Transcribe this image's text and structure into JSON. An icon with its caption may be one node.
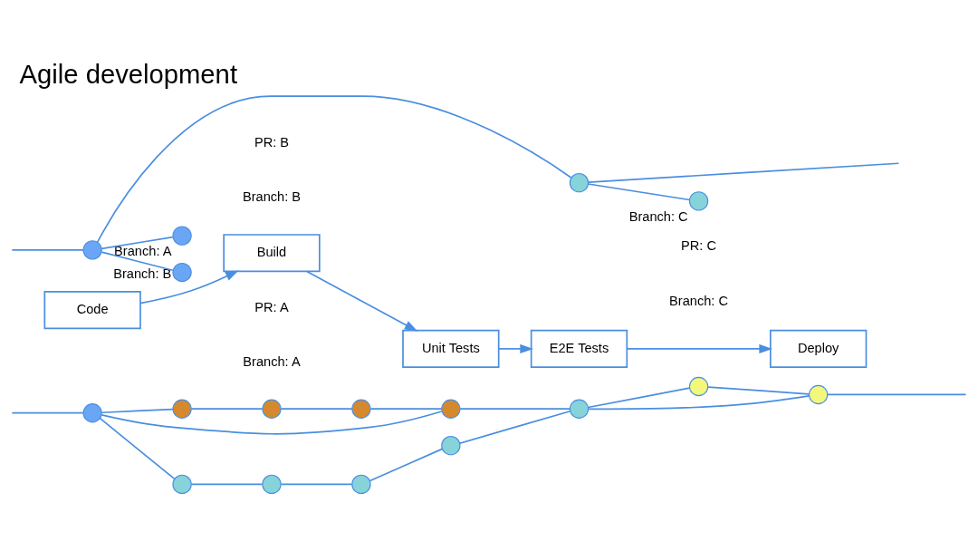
{
  "diagram": {
    "title": "Agile development",
    "nodes": [
      {
        "text": [],
        "shape": "circle"
      },
      {
        "text": [],
        "shape": "circle",
        "beside": [
          "Branch: A"
        ]
      },
      {
        "text": [],
        "shape": "circle",
        "beside": [
          "Branch: B"
        ]
      },
      {
        "text": [],
        "shape": "circle"
      },
      {
        "text": [],
        "shape": "circle",
        "beside": [
          "Branch: C"
        ]
      },
      {
        "text": [
          "Code"
        ]
      },
      {
        "text": [
          "Build"
        ]
      },
      {
        "text": [
          "Unit Tests"
        ]
      },
      {
        "text": [
          "E2E Tests"
        ]
      },
      {
        "text": [
          "Deploy"
        ]
      },
      {
        "text": [],
        "shape": "circle"
      },
      {
        "text": [],
        "shape": "circle"
      },
      {
        "text": [],
        "shape": "circle"
      },
      {
        "text": [],
        "shape": "circle"
      },
      {
        "text": [],
        "shape": "circle"
      },
      {
        "text": [],
        "shape": "circle"
      },
      {
        "text": [],
        "shape": "circle"
      },
      {
        "text": [],
        "shape": "circle"
      },
      {
        "text": [],
        "shape": "circle"
      },
      {
        "text": [],
        "shape": "circle"
      },
      {
        "text": [],
        "shape": "circle"
      },
      {
        "text": [],
        "shape": "circle"
      }
    ],
    "edges": [
      {
        "from": null,
        "to": 0,
        "arrow": "none"
      },
      {
        "from": 0,
        "to": 3,
        "arrow": "none"
      },
      {
        "from": 3,
        "to": null,
        "arrow": "none"
      },
      {
        "from": 0,
        "to": 1,
        "arrow": "none"
      },
      {
        "from": 0,
        "to": 2,
        "arrow": "none"
      },
      {
        "from": 3,
        "to": 4,
        "arrow": "none"
      },
      {
        "from": 5,
        "to": 6,
        "arrow": "to"
      },
      {
        "from": 6,
        "to": 7,
        "arrow": "to"
      },
      {
        "from": 7,
        "to": 8,
        "arrow": "to"
      },
      {
        "from": 8,
        "to": 9,
        "arrow": "to"
      },
      {
        "from": null,
        "to": 10,
        "arrow": "none"
      },
      {
        "from": 10,
        "to": 11,
        "arrow": "none"
      },
      {
        "from": 11,
        "to": 12,
        "arrow": "none"
      },
      {
        "from": 12,
        "to": 13,
        "arrow": "none"
      },
      {
        "from": 13,
        "to": null,
        "arrow": "none"
      },
      {
        "from": 10,
        "to": 14,
        "arrow": "none"
      },
      {
        "from": 14,
        "to": 15,
        "arrow": "none"
      },
      {
        "from": 15,
        "to": 16,
        "arrow": "none"
      },
      {
        "from": 16,
        "to": 11,
        "arrow": "none"
      },
      {
        "from": 10,
        "to": 17,
        "arrow": "none"
      },
      {
        "from": 17,
        "to": 18,
        "arrow": "none"
      },
      {
        "from": 18,
        "to": 19,
        "arrow": "none"
      },
      {
        "from": 19,
        "to": 20,
        "arrow": "none"
      },
      {
        "from": 20,
        "to": 12,
        "arrow": "none"
      },
      {
        "from": 12,
        "to": 21,
        "arrow": "none"
      },
      {
        "from": 21,
        "to": 13,
        "arrow": "none"
      }
    ],
    "labels": [
      "PR: A",
      "Branch: A",
      "PR: B",
      "Branch: B",
      "PR: C",
      "Branch: C"
    ]
  }
}
